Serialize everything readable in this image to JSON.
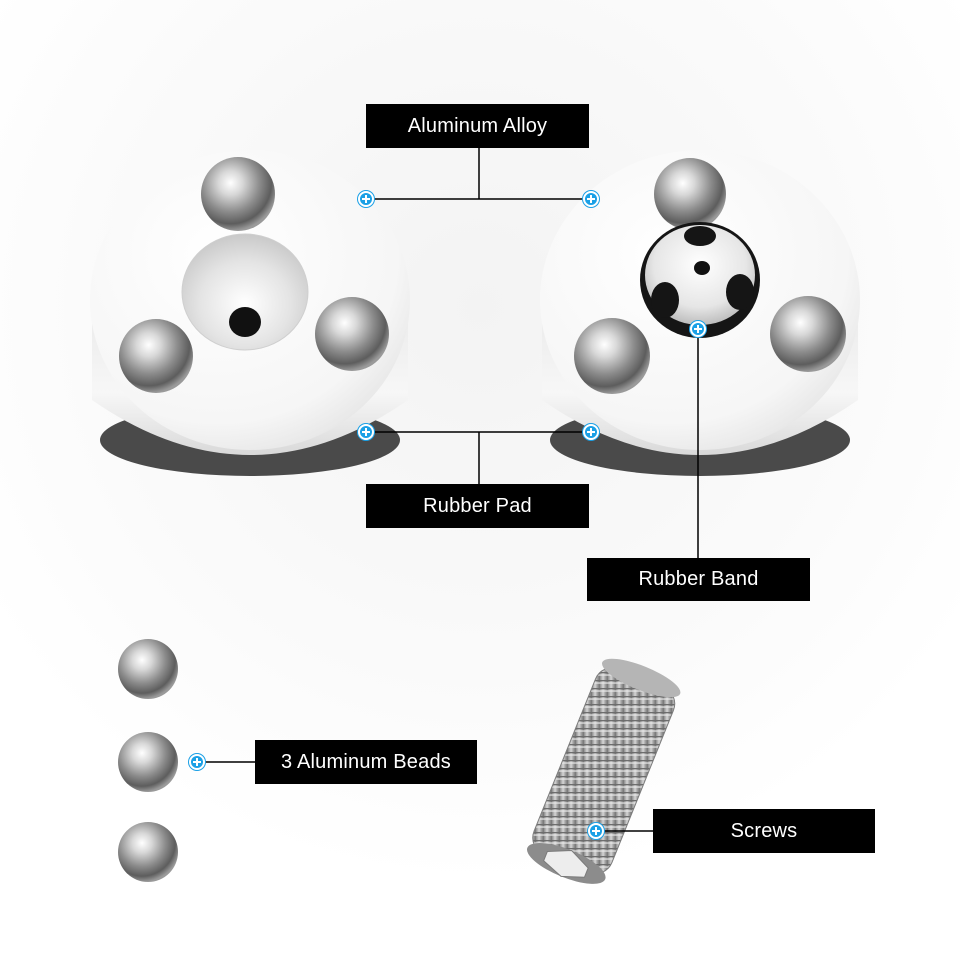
{
  "labels": {
    "aluminum_alloy": "Aluminum Alloy",
    "rubber_pad": "Rubber Pad",
    "rubber_band": "Rubber Band",
    "aluminum_beads": "3 Aluminum Beads",
    "screws": "Screws"
  },
  "colors": {
    "label_bg": "#000000",
    "label_text": "#ffffff",
    "hotspot": "#1aa0e6",
    "connector_line": "#000000"
  },
  "icons": {
    "hotspot": "plus-circle-icon"
  }
}
